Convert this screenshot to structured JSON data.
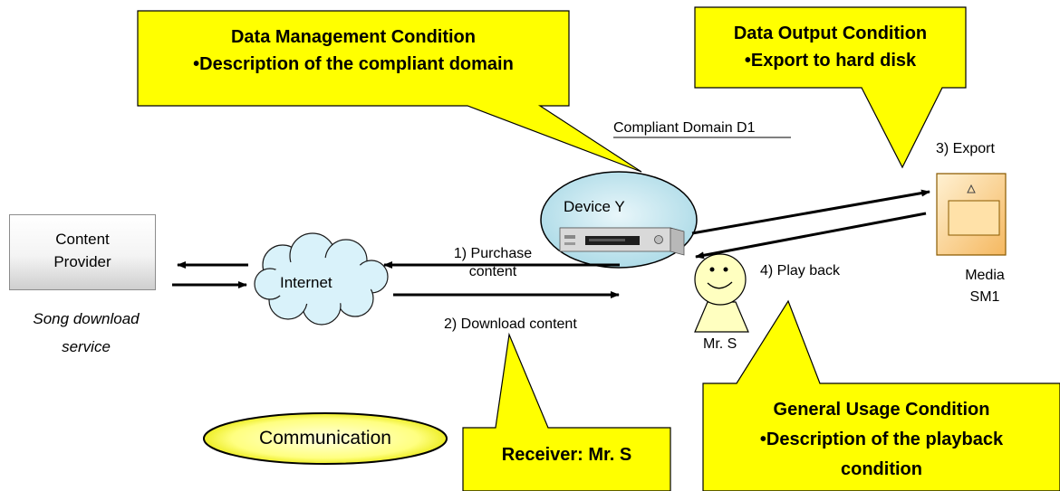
{
  "callouts": {
    "data_management": {
      "title": "Data Management Condition",
      "line": "•Description of the compliant domain"
    },
    "data_output": {
      "title": "Data Output Condition",
      "line": "•Export to hard disk"
    },
    "general_usage": {
      "title": "General Usage Condition",
      "line1": "•Description of the playback",
      "line2": "condition"
    },
    "receiver": {
      "text": "Receiver: Mr. S"
    }
  },
  "nodes": {
    "content_provider": {
      "line1": "Content",
      "line2": "Provider"
    },
    "provider_caption": {
      "line1": "Song download",
      "line2": "service"
    },
    "internet": "Internet",
    "device": "Device Y",
    "domain": "Compliant Domain D1",
    "media": {
      "line1": "Media",
      "line2": "SM1"
    },
    "person": "Mr. S"
  },
  "steps": {
    "purchase": {
      "line1": "1) Purchase",
      "line2": "content"
    },
    "download": "2) Download content",
    "export": "3) Export",
    "playback": "4) Play back"
  },
  "legend": {
    "communication": "Communication"
  },
  "colors": {
    "callout_fill": "#ffff00",
    "legend_fill": "#ffff66",
    "domain_fill": "#bfe4ee",
    "cloud_fill": "#d9f2fa",
    "media_fill": "#ffd99a",
    "person_fill": "#ffffc0"
  },
  "icons": [
    "cloud-icon",
    "dvd-recorder-icon",
    "memory-card-icon",
    "person-icon"
  ]
}
